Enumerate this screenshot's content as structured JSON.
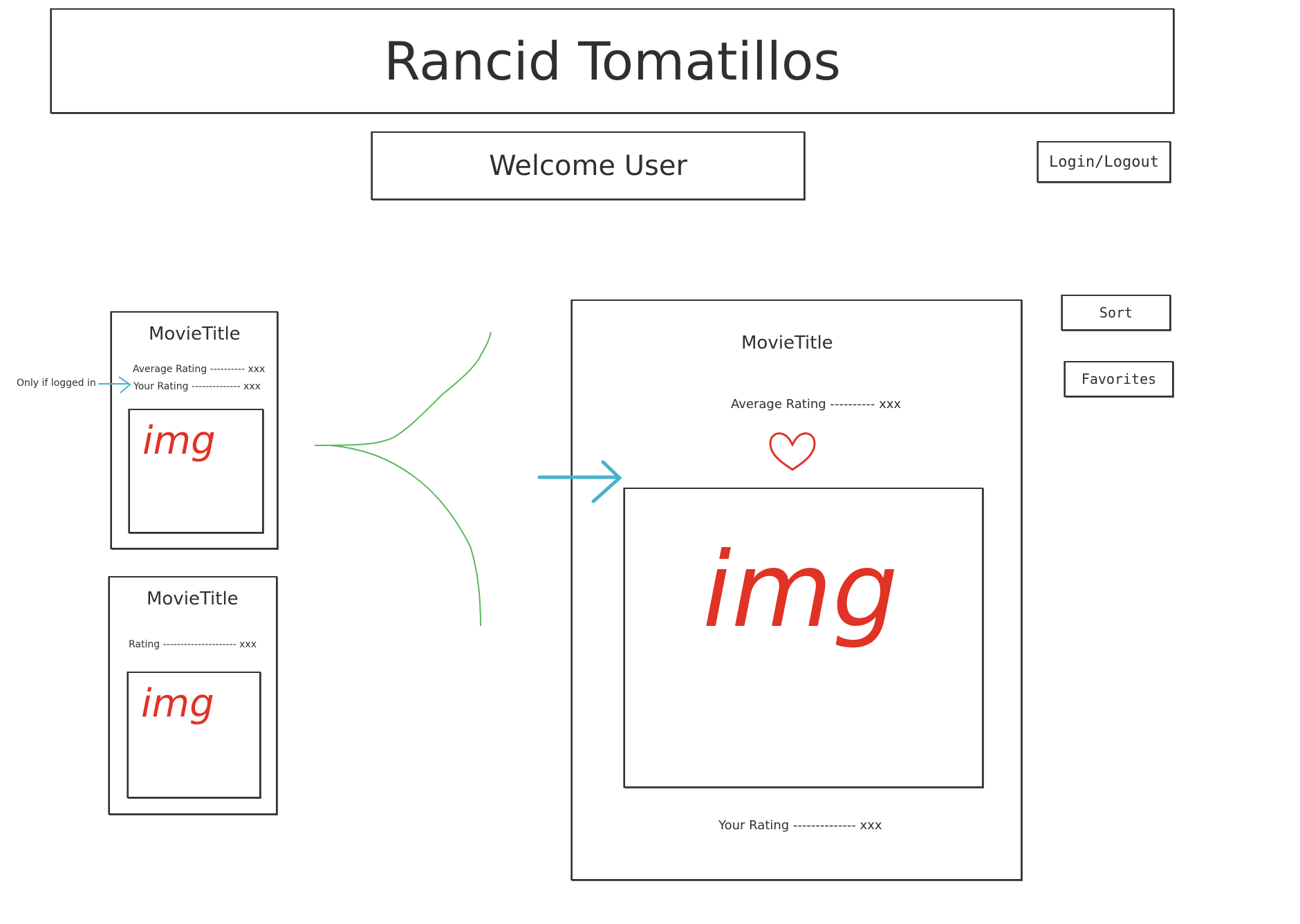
{
  "header": {
    "title": "Rancid Tomatillos"
  },
  "welcome": {
    "text": "Welcome User"
  },
  "controls": {
    "login_label": "Login/Logout",
    "sort_label": "Sort",
    "favorites_label": "Favorites"
  },
  "annotation": {
    "logged_in_note": "Only if logged in"
  },
  "card_logged_in": {
    "title": "MovieTitle",
    "average_rating": "Average Rating ---------- xxx",
    "your_rating": "Your Rating -------------- xxx",
    "image_label": "img"
  },
  "card_logged_out": {
    "title": "MovieTitle",
    "rating": "Rating --------------------- xxx",
    "image_label": "img"
  },
  "detail": {
    "title": "MovieTitle",
    "average_rating": "Average Rating ---------- xxx",
    "your_rating": "Your Rating -------------- xxx",
    "image_label": "img"
  },
  "colors": {
    "ink": "#2f2f2f",
    "image_placeholder": "#e03326",
    "branch_lines": "#5cb85c",
    "arrows": "#47b3cc",
    "favorite_heart": "#e03326"
  },
  "icons": {
    "favorite": "heart-icon",
    "arrow": "arrow-right-icon"
  }
}
